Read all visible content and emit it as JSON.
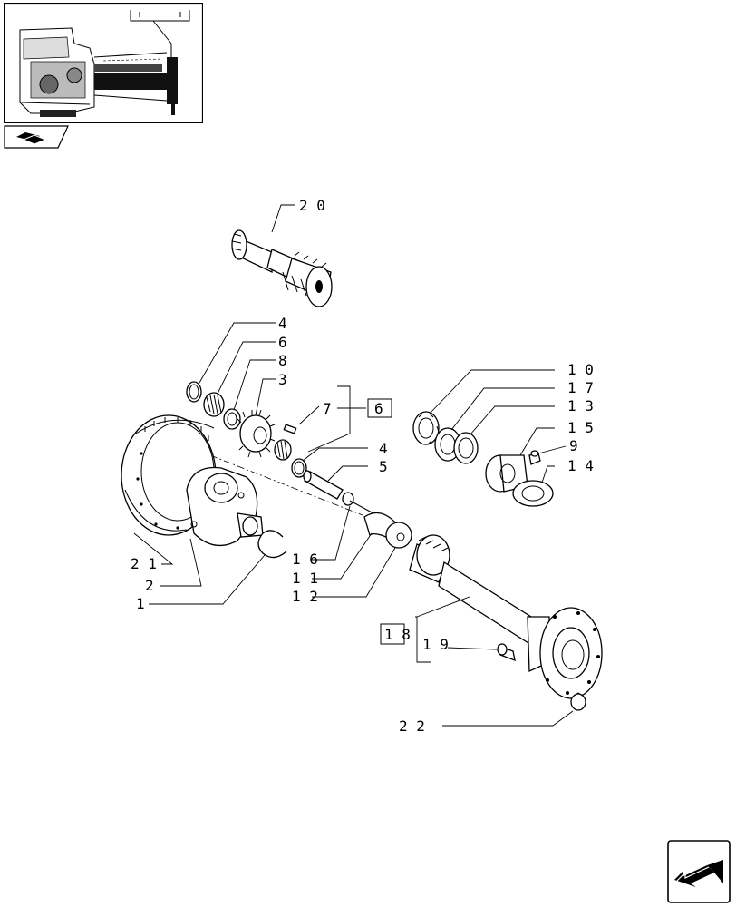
{
  "callouts": {
    "c20": "2 0",
    "c4a": "4",
    "c6": "6",
    "c8": "8",
    "c3": "3",
    "c7": "7",
    "c6box": "6",
    "c4b": "4",
    "c5": "5",
    "c10": "1 0",
    "c17": "1 7",
    "c13": "1 3",
    "c15": "1 5",
    "c9": "9",
    "c14": "1 4",
    "c21": "2 1",
    "c2": "2",
    "c1": "1",
    "c16": "1 6",
    "c11": "1 1",
    "c12": "1 2",
    "c18": "1 8",
    "c19": "1 9",
    "c22": "2 2"
  },
  "icons": {
    "thumbnail": "tractor-overview-thumbnail",
    "book": "book-icon",
    "next": "next-page-arrow-icon"
  }
}
